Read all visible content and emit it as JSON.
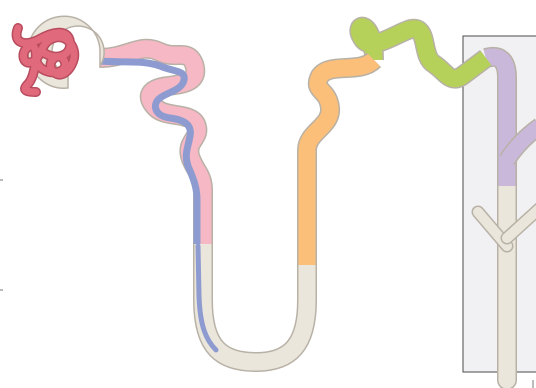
{
  "diagram": {
    "kind": "nephron",
    "labels": [],
    "segments": [
      {
        "name": "glomerulus",
        "color": "#e06a7c"
      },
      {
        "name": "bowmans-capsule",
        "color": "#ebe6dc"
      },
      {
        "name": "proximal-convoluted-tubule",
        "color": "#f5b8c4"
      },
      {
        "name": "proximal-tubule-stripe",
        "color": "#8e9bd0"
      },
      {
        "name": "loop-of-henle",
        "color": "#ebe6dc"
      },
      {
        "name": "thick-ascending-limb",
        "color": "#fbbf7a"
      },
      {
        "name": "distal-convoluted-tubule",
        "color": "#b5d15a"
      },
      {
        "name": "connecting-tubule",
        "color": "#c9b8d9"
      },
      {
        "name": "collecting-duct",
        "color": "#ebe6dc"
      }
    ],
    "colors": {
      "outline": "#b8b1a6",
      "inset_background": "#f1f1f3",
      "inset_border": "#4a4a4a"
    }
  }
}
